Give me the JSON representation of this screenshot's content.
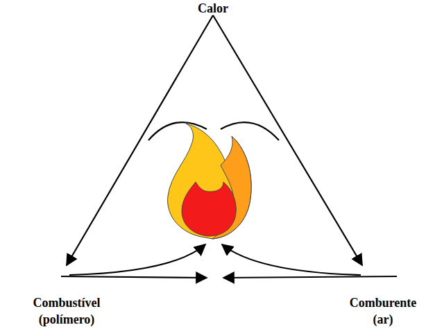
{
  "diagram": {
    "labels": [
      "Calor",
      "Combustível (polímero)",
      "Comburente (ar)"
    ]
  }
}
